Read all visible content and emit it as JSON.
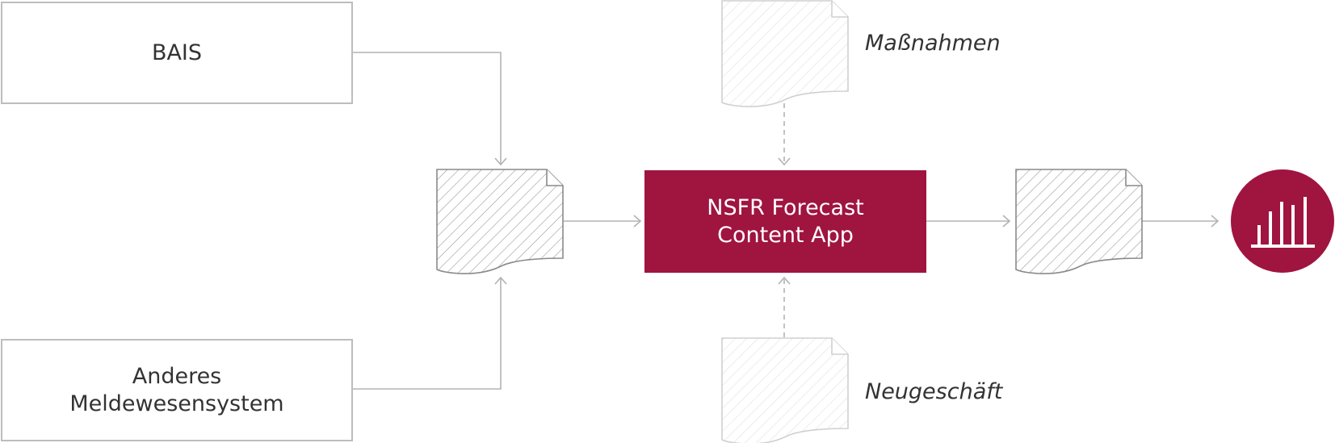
{
  "sources": {
    "bais": "BAIS",
    "other_line1": "Anderes",
    "other_line2": "Meldewesensystem"
  },
  "app": {
    "line1": "NSFR Forecast",
    "line2": "Content App"
  },
  "inputs": {
    "measures": "Maßnahmen",
    "new_business": "Neugeschäft"
  },
  "icons": {
    "output": "bar-chart-icon",
    "document": "document-icon"
  },
  "colors": {
    "accent": "#a01440",
    "line": "#b3b3b3",
    "box_border": "#bdbdbd",
    "document_solid": "#8a8a8a",
    "document_faded": "#d0d0d0"
  }
}
